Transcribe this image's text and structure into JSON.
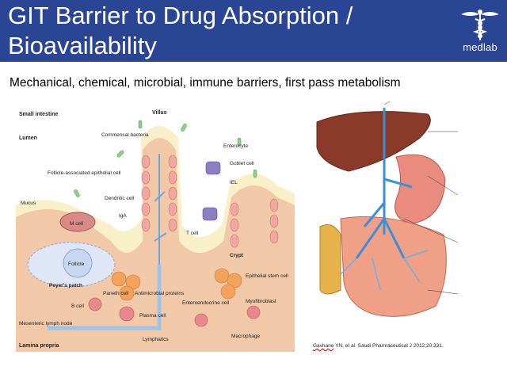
{
  "slide": {
    "title_line1": "GIT Barrier to Drug Absorption /",
    "title_line2": "Bioavailability",
    "subtitle": "Mechanical, chemical, microbial, immune barriers, first pass metabolism",
    "logo_text": "medlab",
    "colors": {
      "header": "#2a4594",
      "villus": "#f2c9a8",
      "mucus": "#f8f0c8",
      "cell": "#f0a7a0",
      "vessel": "#3a8fd6",
      "liver": "#8b3a2a"
    }
  },
  "figure": {
    "labels": {
      "small_intestine": "Small intestine",
      "lumen": "Lumen",
      "villus": "Villus",
      "commensal_bacteria": "Commensal bacteria",
      "enterocyte": "Enterocyte",
      "goblet_cell": "Goblet cell",
      "iel": "IEL",
      "follicle_associated": "Follicle-associated epithelial cell",
      "mucus": "Mucus",
      "dendritic_cell": "Dendritic cell",
      "m_cell": "M cell",
      "iga": "IgA",
      "follicle": "Follicle",
      "t_cell": "T cell",
      "crypt": "Crypt",
      "peyers_patch": "Peyer's patch",
      "epithelial_stem_cell": "Epithelial stem cell",
      "paneth_cell": "Paneth cell",
      "antimicrobial_proteins": "Antimicrobial proteins",
      "enteroendocrine_cell": "Enteroendocrine cell",
      "myofibroblast": "Myofibroblast",
      "b_cell": "B cell",
      "plasma_cell": "Plasma cell",
      "mesenteric_lymph_node": "Mesenteric lymph node",
      "macrophage": "Macrophage",
      "lamina_propria": "Lamina propria",
      "lymphatics": "Lymphatics"
    }
  },
  "citation": {
    "author_squiggle": "Gavhane",
    "rest": " YN, et al. Saudi Pharmaceutical J 2012;20:331."
  }
}
